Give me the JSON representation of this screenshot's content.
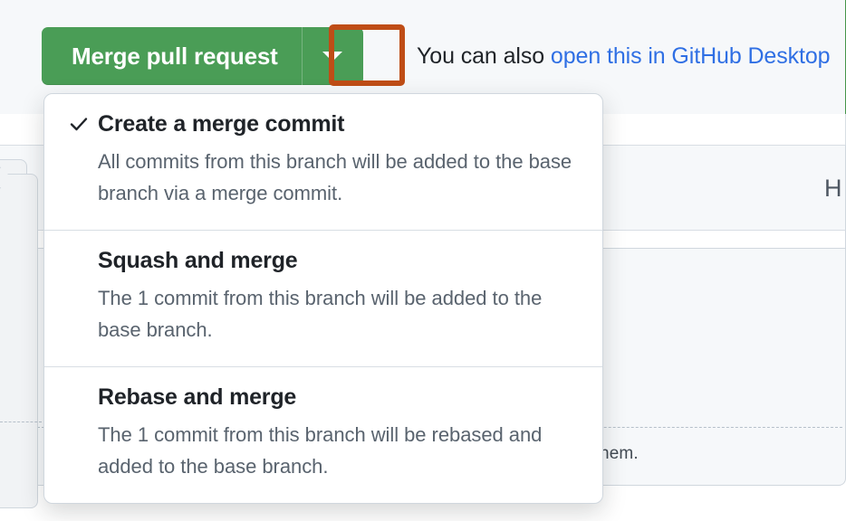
{
  "background": {
    "heading_fragment": "H",
    "body_fragment": "asting them."
  },
  "merge_button": {
    "label": "Merge pull request",
    "caret_icon": "chevron-down-icon",
    "color": "#4a9d56"
  },
  "annotation": {
    "color": "#bf4d16",
    "target": "merge-dropdown-toggle"
  },
  "also": {
    "prefix": "You can also ",
    "link_label": "open this in GitHub Desktop",
    "link_color": "#2f6fe4"
  },
  "dropdown": {
    "items": [
      {
        "title": "Create a merge commit",
        "description": "All commits from this branch will be added to the base branch via a merge commit.",
        "selected": true,
        "check_icon": "check-icon"
      },
      {
        "title": "Squash and merge",
        "description": "The 1 commit from this branch will be added to the base branch.",
        "selected": false,
        "check_icon": ""
      },
      {
        "title": "Rebase and merge",
        "description": "The 1 commit from this branch will be rebased and added to the base branch.",
        "selected": false,
        "check_icon": ""
      }
    ]
  }
}
